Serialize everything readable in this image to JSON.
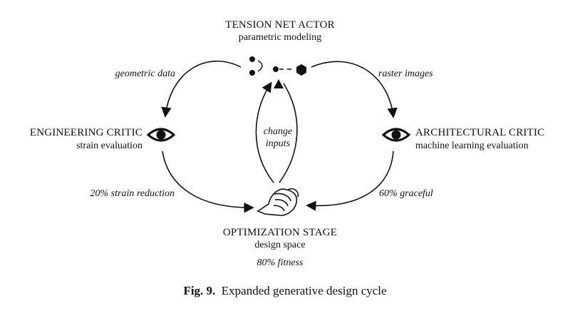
{
  "nodes": {
    "actor": {
      "title": "TENSION NET ACTOR",
      "subtitle": "parametric modeling"
    },
    "engineering_critic": {
      "title": "ENGINEERING CRITIC",
      "subtitle": "strain evaluation"
    },
    "architectural_critic": {
      "title": "ARCHITECTURAL CRITIC",
      "subtitle": "machine learning evaluation"
    },
    "optimization": {
      "title": "OPTIMIZATION STAGE",
      "subtitle": "design space",
      "metric": "80% fitness"
    }
  },
  "edges": {
    "actor_to_engineering": "geometric data",
    "actor_to_architectural": "raster images",
    "engineering_to_optimization": "20% strain reduction",
    "architectural_to_optimization": "60% graceful",
    "optimization_to_actor_line1": "change",
    "optimization_to_actor_line2": "inputs"
  },
  "caption": {
    "label": "Fig. 9.",
    "text": "Expanded generative design cycle"
  },
  "icons": {
    "actor": "node-network-icon",
    "engineering": "eye-icon",
    "architectural": "eye-icon",
    "optimization": "hand-icon"
  }
}
